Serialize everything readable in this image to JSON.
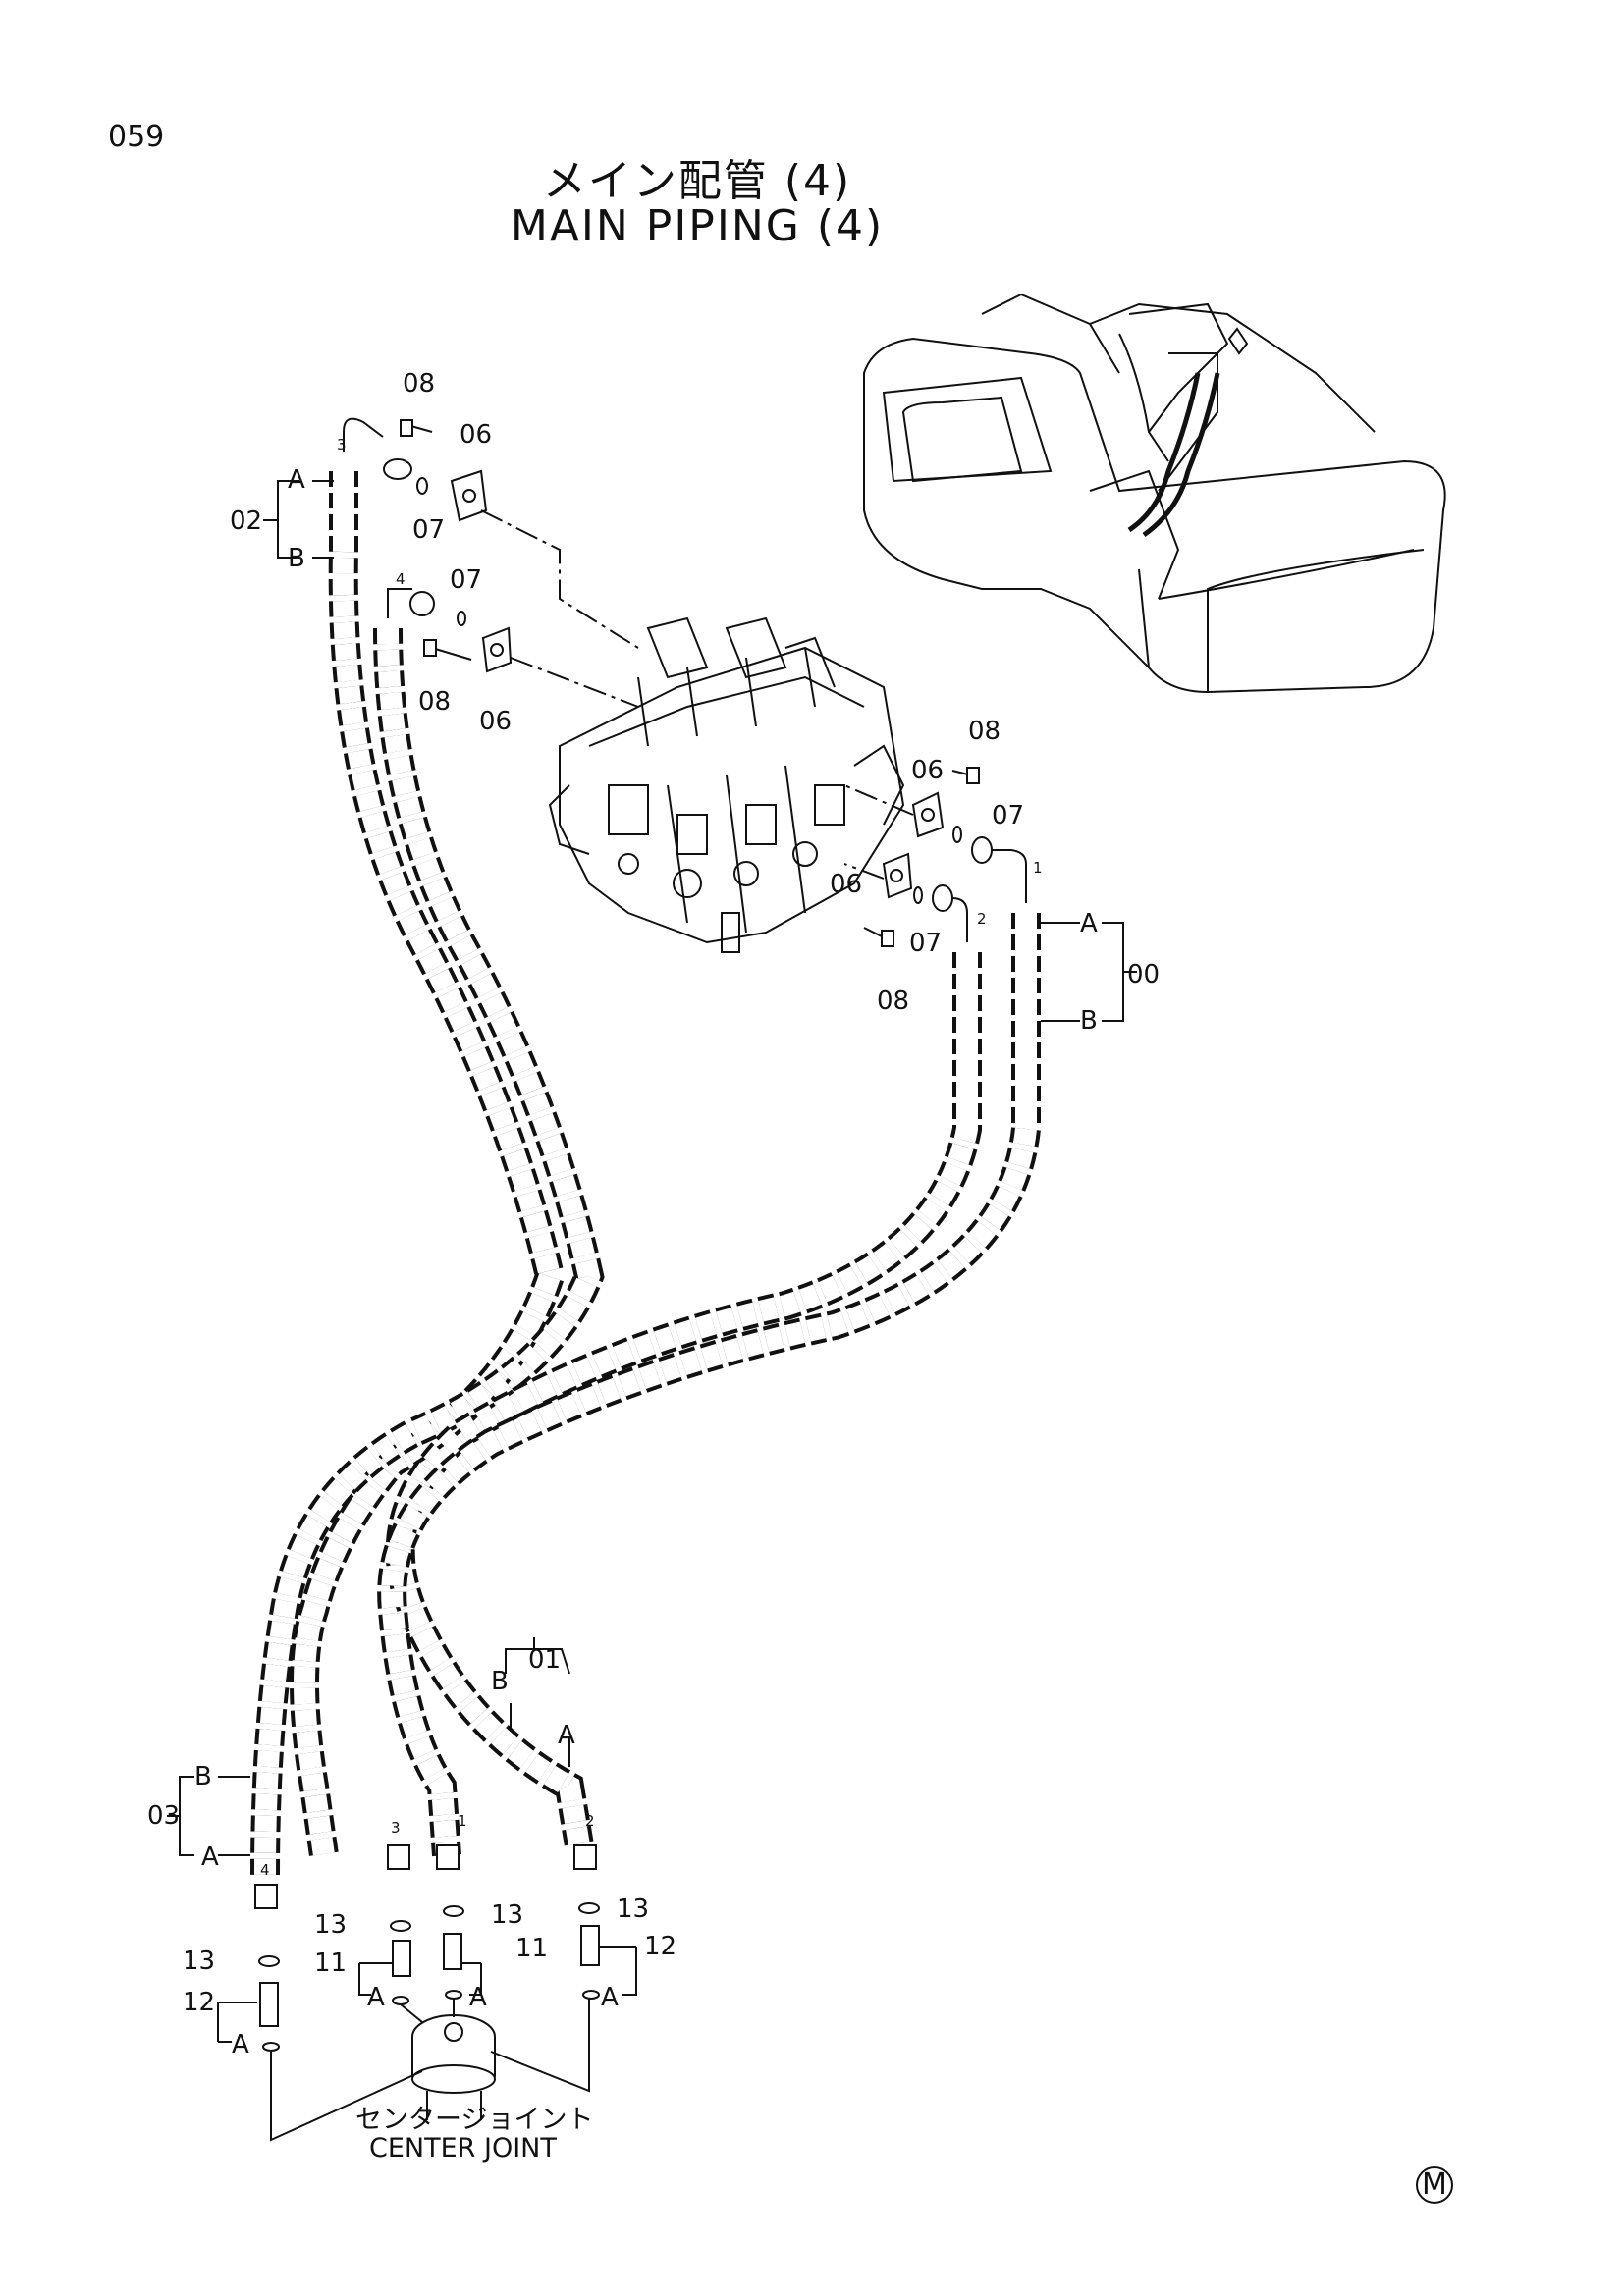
{
  "header": {
    "page_number": "059",
    "title_jp": "メイン配管 (4)",
    "title_en": "MAIN PIPING (4)"
  },
  "callouts": {
    "c08": "08",
    "c06": "06",
    "c07": "07",
    "c02": "02",
    "c00": "00",
    "c01": "01",
    "c03": "03",
    "c11": "11",
    "c12": "12",
    "c13": "13",
    "A": "A",
    "B": "B",
    "n1": "1",
    "n2": "2",
    "n3": "3",
    "n4": "4"
  },
  "center_joint": {
    "label_jp": "センタージョイント",
    "label_en": "CENTER JOINT"
  },
  "footer": {
    "mark": "M"
  }
}
